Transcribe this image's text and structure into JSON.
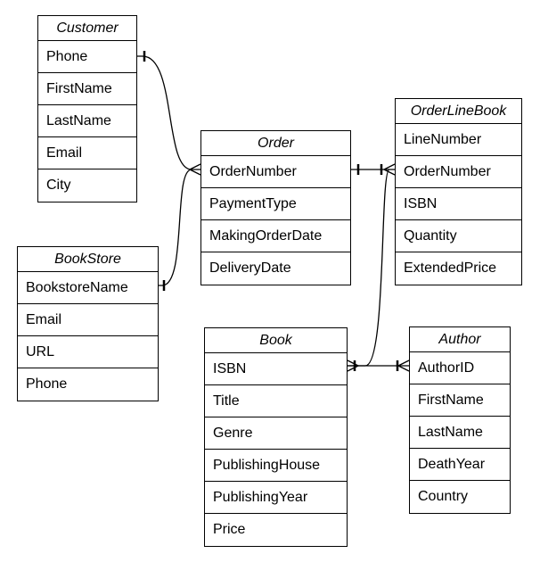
{
  "entities": {
    "customer": {
      "title": "Customer",
      "attributes": [
        "Phone",
        "FirstName",
        "LastName",
        "Email",
        "City"
      ]
    },
    "order": {
      "title": "Order",
      "attributes": [
        "OrderNumber",
        "PaymentType",
        "MakingOrderDate",
        "DeliveryDate"
      ]
    },
    "orderlinebook": {
      "title": "OrderLineBook",
      "attributes": [
        "LineNumber",
        "OrderNumber",
        "ISBN",
        "Quantity",
        "ExtendedPrice"
      ]
    },
    "bookstore": {
      "title": "BookStore",
      "attributes": [
        "BookstoreName",
        "Email",
        "URL",
        "Phone"
      ]
    },
    "book": {
      "title": "Book",
      "attributes": [
        "ISBN",
        "Title",
        "Genre",
        "PublishingHouse",
        "PublishingYear",
        "Price"
      ]
    },
    "author": {
      "title": "Author",
      "attributes": [
        "AuthorID",
        "FirstName",
        "LastName",
        "DeathYear",
        "Country"
      ]
    }
  },
  "relationships": [
    {
      "from": "customer.Phone",
      "to": "order.OrderNumber",
      "from_end": "one",
      "to_end": "many"
    },
    {
      "from": "bookstore.BookstoreName",
      "to": "order.OrderNumber",
      "from_end": "one",
      "to_end": "many"
    },
    {
      "from": "order.OrderNumber",
      "to": "orderlinebook.OrderNumber",
      "from_end": "one",
      "to_end": "one-or-many"
    },
    {
      "from": "book.ISBN",
      "to": "orderlinebook.OrderNumber",
      "from_end": "one-or-many",
      "to_end": "many"
    },
    {
      "from": "author.AuthorID",
      "to": "book.ISBN",
      "from_end": "one-or-many",
      "to_end": "one-or-many"
    }
  ],
  "style": {
    "line_color": "#000000",
    "box_border": "#000000",
    "background": "#ffffff"
  }
}
